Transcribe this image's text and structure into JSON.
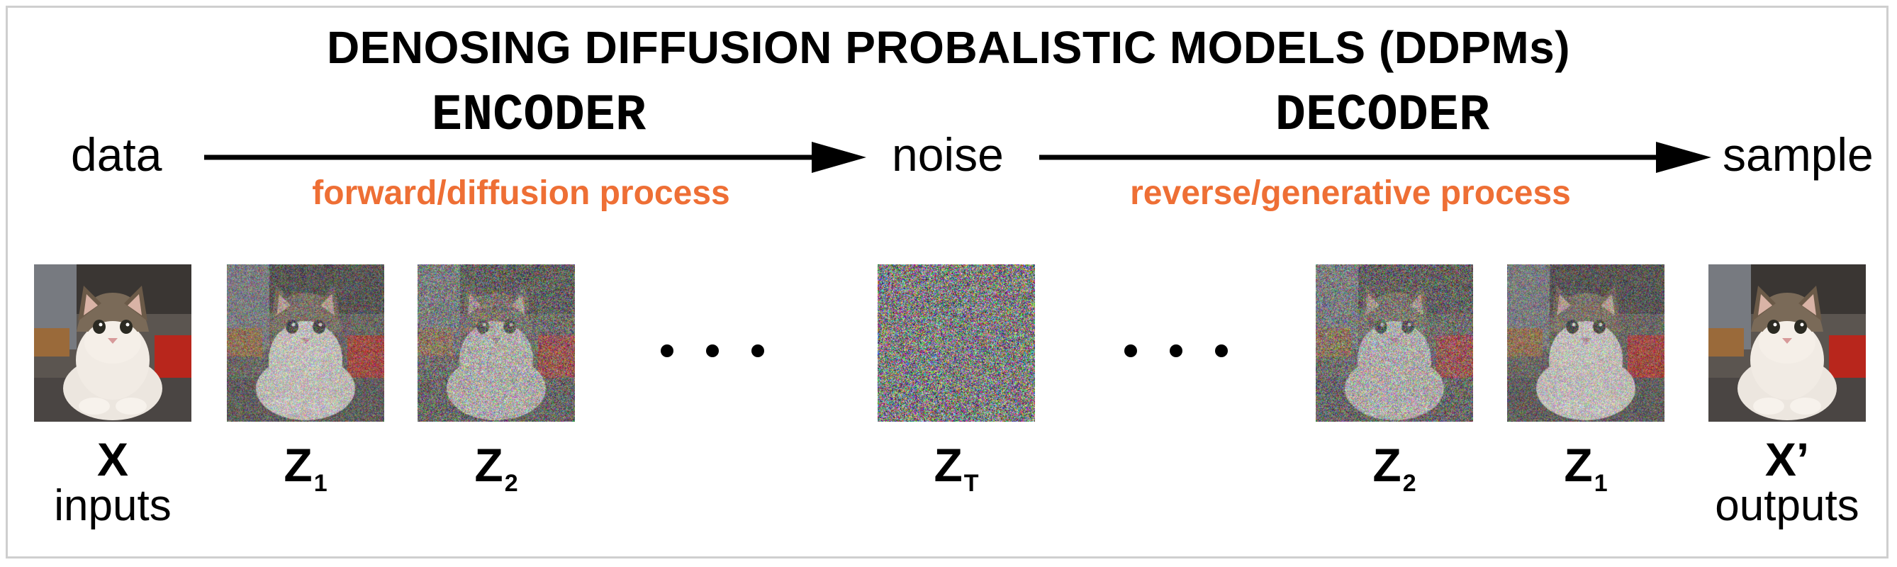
{
  "title": "DENOSING DIFFUSION PROBALISTIC MODELS (DDPMs)",
  "encoder": {
    "label": "ENCODER",
    "process": "forward/diffusion process"
  },
  "decoder": {
    "label": "DECODER",
    "process": "reverse/generative process"
  },
  "states": {
    "start": "data",
    "middle": "noise",
    "end": "sample"
  },
  "images": {
    "input": {
      "symbol": "X",
      "caption": "inputs"
    },
    "z1_fwd": {
      "symbol": "Z",
      "subscript": "1",
      "noise_level": 0.45
    },
    "z2_fwd": {
      "symbol": "Z",
      "subscript": "2",
      "noise_level": 0.6
    },
    "zT": {
      "symbol": "Z",
      "subscript": "T",
      "noise_level": 1.0
    },
    "z2_rev": {
      "symbol": "Z",
      "subscript": "2",
      "noise_level": 0.6
    },
    "z1_rev": {
      "symbol": "Z",
      "subscript": "1",
      "noise_level": 0.45
    },
    "output": {
      "symbol": "X’",
      "caption": "outputs"
    }
  },
  "colors": {
    "process_text": "#ee6f35",
    "arrow": "#000000",
    "frame": "#cfcfcf"
  }
}
